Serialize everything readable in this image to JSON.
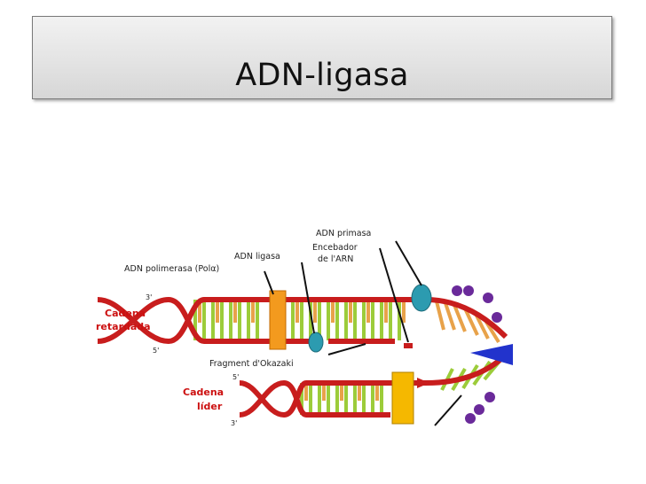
{
  "slide": {
    "title": "ADN-ligasa"
  },
  "diagram": {
    "labels": {
      "adn_primasa": "ADN primasa",
      "encebador_line1": "Encebador",
      "encebador_line2": "de l'ARN",
      "adn_ligasa": "ADN ligasa",
      "adn_polimerasa": "ADN polimerasa (Polα)",
      "cadena_retardada_line1": "Cadena",
      "cadena_retardada_line2": "retardada",
      "fragment_okazaki": "Fragment d'Okazaki",
      "cadena_lider_line1": "Cadena",
      "cadena_lider_line2": "líder",
      "top_3prime": "3'",
      "top_5prime": "5'",
      "mid_5prime": "5'",
      "bottom_3prime": "3'"
    },
    "colors": {
      "backbone": "#c81d1d",
      "rungs_green": "#9ccc3a",
      "rungs_orange": "#e8a24a",
      "polymerase": "#f39a1e",
      "ligase": "#2c9bb0",
      "primase": "#2c9bb0",
      "helicase": "#2233cc",
      "purple_protein": "#6a2a9a",
      "bottom_polymerase": "#f5b800"
    }
  }
}
